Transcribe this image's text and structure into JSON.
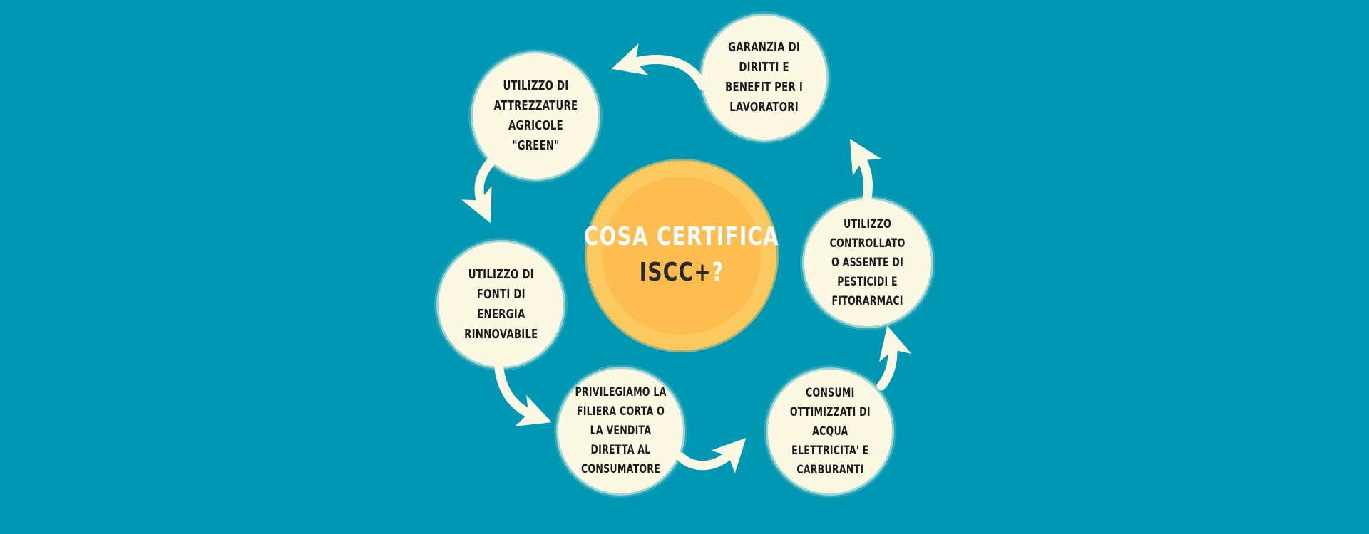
{
  "diagram": {
    "center": {
      "line1": "COSA CERTIFICA",
      "line2_main": "ISCC+",
      "line2_mark": "?"
    },
    "nodes": [
      {
        "id": "green-equipment",
        "label": "UTILIZZO DI\nATTREZZATURE\nAGRICOLE\n\"GREEN\""
      },
      {
        "id": "worker-rights",
        "label": "GARANZIA DI\nDIRITTI E\nBENEFIT PER I\nLAVORATORI"
      },
      {
        "id": "pesticides",
        "label": "UTILIZZO\nCONTROLLATO\nO ASSENTE DI\nPESTICIDI E\nFITORARMACI"
      },
      {
        "id": "consumption",
        "label": "CONSUMI\nOTTIMIZZATI DI\nACQUA\nELETTRICITA' E\nCARBURANTI"
      },
      {
        "id": "short-chain",
        "label": "PRIVILEGIAMO LA\nFILIERA CORTA O\nLA VENDITA\nDIRETTA AL\nCONSUMATORE"
      },
      {
        "id": "renewable-energy",
        "label": "UTILIZZO DI\nFONTI DI\nENERGIA\nRINNOVABILE"
      }
    ],
    "colors": {
      "background": "#0097b2",
      "node_fill": "#fbf8e4",
      "center_fill": "#fdbc4f",
      "arrow": "#fbf8e4"
    }
  }
}
